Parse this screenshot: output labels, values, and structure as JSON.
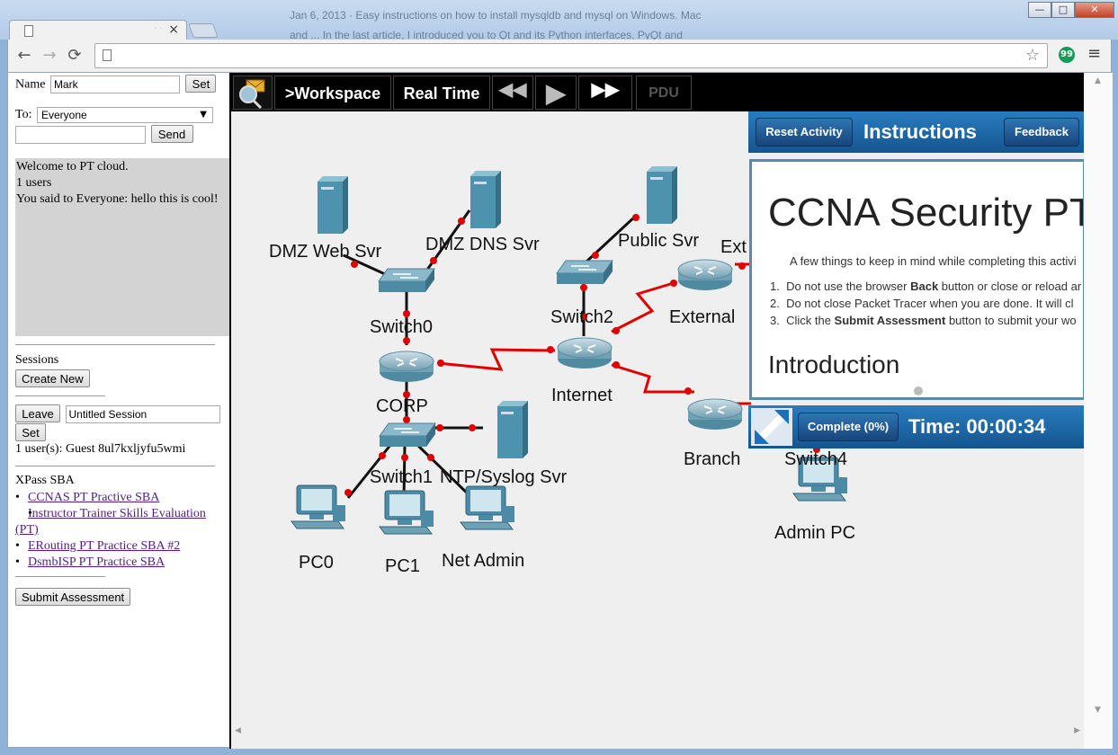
{
  "background": {
    "line1": "Jan 6, 2013 · Easy instructions on how to install mysqldb and mysql on Windows. Mac",
    "line2": "and ... In the last article, I introduced you to Qt and its Python interfaces, PyQt and"
  },
  "window": {
    "minimize": "—",
    "maximize": "□",
    "close": "✕"
  },
  "tab": {
    "close": "×",
    "fade": "· ·"
  },
  "toolbar": {
    "back": "←",
    "forward": "→",
    "reload": "⟳",
    "star": "☆",
    "hangouts": "99",
    "menu": "≡"
  },
  "chat": {
    "name_label": "Name",
    "name_value": "Mark",
    "set_label": "Set",
    "to_label": "To:",
    "to_value": "Everyone",
    "message_value": "",
    "send_label": "Send",
    "log": [
      "Welcome to PT cloud.",
      "1 users",
      "You said to Everyone: hello this is cool!"
    ]
  },
  "sessions": {
    "heading": "Sessions",
    "create_label": "Create New",
    "leave_label": "Leave",
    "session_name": "Untitled Session",
    "set_label": "Set",
    "users_text": "1 user(s): Guest 8ul7kxljyfu5wmi"
  },
  "xpass": {
    "heading": "XPass SBA",
    "links": [
      "CCNAS PT Practive SBA",
      "Instructor Trainer Skills Evaluation (PT)",
      "ERouting PT Practice SBA #2",
      "DsmbISP PT Practice SBA"
    ],
    "submit_label": "Submit Assessment"
  },
  "pt_toolbar": {
    "workspace": ">Workspace",
    "realtime": "Real Time",
    "rewind": "◀◀",
    "play": "▶",
    "forward": "▶▶",
    "pdu": "PDU"
  },
  "topology": {
    "labels": {
      "dmz_web": "DMZ Web Svr",
      "dmz_dns": "DMZ DNS Svr",
      "public_svr": "Public Svr",
      "ext": "Ext",
      "switch0": "Switch0",
      "switch2": "Switch2",
      "external": "External",
      "corp": "CORP",
      "internet": "Internet",
      "switch1": "Switch1",
      "ntp": "NTP/Syslog Svr",
      "branch": "Branch",
      "switch4": "Switch4",
      "admin_pc": "Admin PC",
      "pc0": "PC0",
      "pc1": "PC1",
      "net_admin": "Net Admin"
    }
  },
  "instructions": {
    "reset_label": "Reset Activity",
    "title": "Instructions",
    "feedback_label": "Feedback",
    "heading": "CCNA Security PT",
    "intro": "A few things to keep in mind while completing this activi",
    "item1_pre": "Do not use the browser ",
    "item1_bold": "Back",
    "item1_post": " button or close or reload ar",
    "item2": "Do not close Packet Tracer when you are done. It will cl",
    "item3_pre": "Click the ",
    "item3_bold": "Submit Assessment",
    "item3_post": " button to submit your wo",
    "subheading": "Introduction",
    "complete_label": "Complete (0%)",
    "timer": "Time: 00:00:34"
  },
  "colors": {
    "link_red": "#e00000",
    "link_black": "#111111",
    "device_blue": "#4d92ad",
    "instr_blue": "#1d6aa8",
    "chat_gray": "#d3d3d3"
  }
}
